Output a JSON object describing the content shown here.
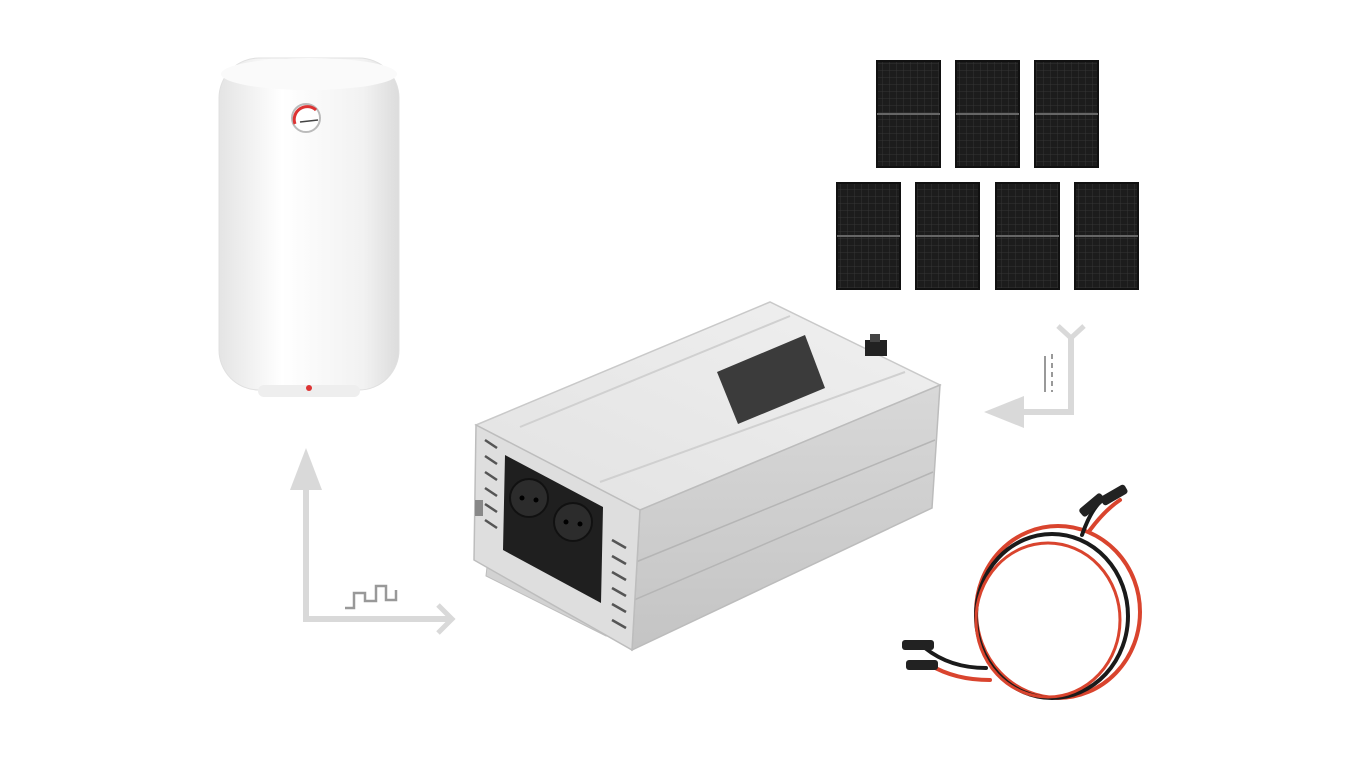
{
  "scene": {
    "background": "#ffffff",
    "arrow_color": "#d9d9d9",
    "panel_color": "#1c1c1c",
    "panel_grid_color": "#3a3a3a",
    "inverter_color": "#e6e6e6",
    "boiler_color": "#f7f7f7",
    "cable_red": "#d9442e",
    "cable_black": "#1a1a1a",
    "panels_top_row": 3,
    "panels_bottom_row": 4
  },
  "objects": {
    "water_heater": {
      "icon": "water-heater-icon"
    },
    "inverter": {
      "icon": "solar-inverter-icon",
      "sockets": 2
    },
    "solar_panels": {
      "icon": "solar-panel-icon"
    },
    "cables": {
      "icon": "mc4-cable-icon"
    },
    "arrow_out": {
      "icon": "ac-output-arrow-icon"
    },
    "arrow_in": {
      "icon": "dc-input-arrow-icon"
    }
  }
}
